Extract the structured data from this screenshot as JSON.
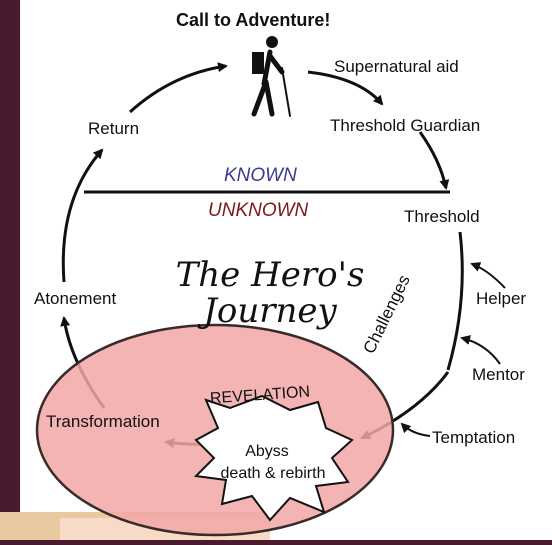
{
  "diagram": {
    "title_line1": "The Hero's",
    "title_line2": "Journey",
    "divider_top": "KNOWN",
    "divider_bottom": "UNKNOWN",
    "nodes": {
      "call": "Call to Adventure!",
      "supernatural_aid": "Supernatural aid",
      "threshold_guardian": "Threshold Guardian",
      "threshold": "Threshold",
      "challenges": "Challenges",
      "helper": "Helper",
      "mentor": "Mentor",
      "temptation": "Temptation",
      "revelation": "REVELATION",
      "abyss_line1": "Abyss",
      "abyss_line2": "death & rebirth",
      "transformation": "Transformation",
      "atonement": "Atonement",
      "return": "Return"
    },
    "icons": {
      "hero": "hiker-icon"
    },
    "colors": {
      "frame": "#4a1a2e",
      "panel": "#ffffff",
      "highlight_fill": "#f2a7a7",
      "highlight_stroke": "#3a2a2a",
      "known": "#3b3b8f",
      "unknown": "#7a1a1a",
      "bottom_strip": "#e9c9a0"
    }
  }
}
